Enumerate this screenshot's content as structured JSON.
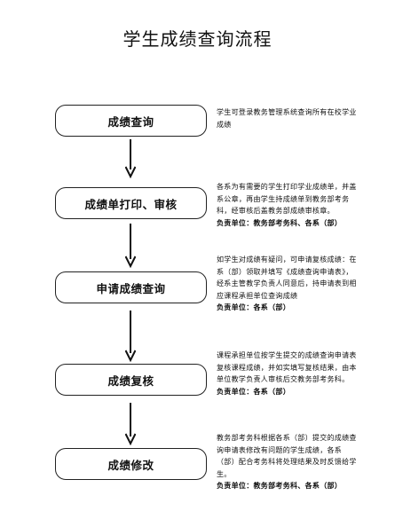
{
  "title": "学生成绩查询流程",
  "steps": [
    {
      "label": "成绩查询",
      "description": "学生可登录教务管理系统查询所有在校学业成绩",
      "responsible": ""
    },
    {
      "label": "成绩单打印、审核",
      "description": "各系为有需要的学生打印学业成绩单，并盖系公章，再由学生持成绩单到教务部考务科，经审核后盖教务部成绩审核章。",
      "responsible": "负责单位：教务部考务科、各系（部）"
    },
    {
      "label": "申请成绩查询",
      "description": "如学生对成绩有疑问，可申请复核成绩：在系（部）领取并填写《成绩查询申请表》，经系主管教学负责人同意后，持申请表到相应课程承担单位查询成绩",
      "responsible": "负责单位：各系（部）"
    },
    {
      "label": "成绩复核",
      "description": "课程承担单位按学生提交的成绩查询申请表复核课程成绩，并如实填写复核结果，由本单位教学负责人审核后交教务部考务科。",
      "responsible": "负责单位：各系（部）"
    },
    {
      "label": "成绩修改",
      "description": "教务部考务科根据各系（部）提交的成绩查询申请表修改有问题的学生成绩，各系（部）配合考务科将处理结果及时反馈给学生。",
      "responsible": "负责单位：教务部考务科、各系（部）"
    }
  ]
}
